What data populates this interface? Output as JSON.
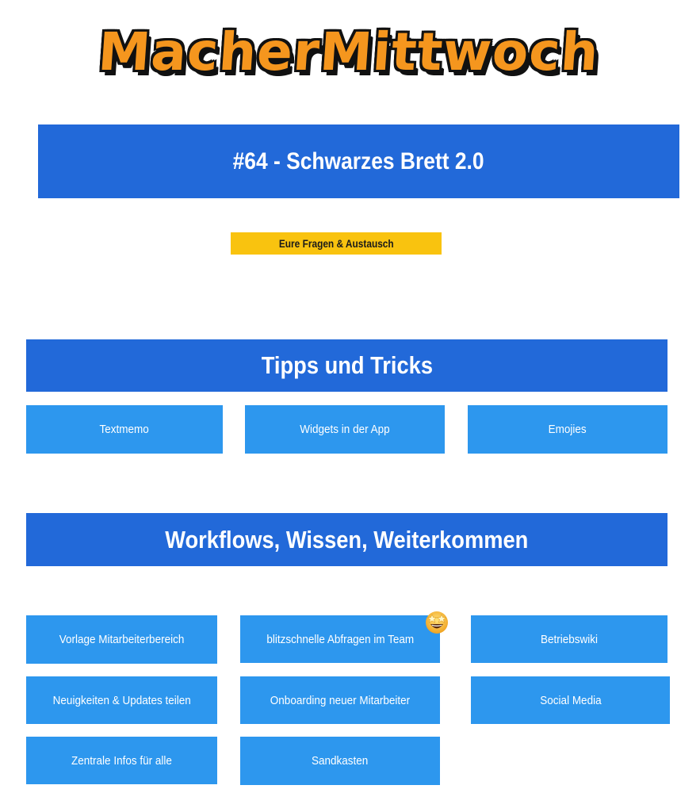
{
  "logo": {
    "text": "MacherMittwoch",
    "fill_color": "#f5961e",
    "outline_color": "#111111"
  },
  "header": {
    "title": "#64 - Schwarzes Brett 2.0",
    "tag": "Eure Fragen & Austausch"
  },
  "colors": {
    "banner_blue": "#2269d9",
    "tile_blue": "#2d97ee",
    "tag_yellow": "#f9c30f"
  },
  "sections": [
    {
      "heading": "Tipps und Tricks",
      "tiles": [
        {
          "label": "Textmemo"
        },
        {
          "label": "Widgets in der App"
        },
        {
          "label": "Emojies"
        }
      ]
    },
    {
      "heading": "Workflows, Wissen, Weiterkommen",
      "tiles": [
        {
          "label": "Vorlage Mitarbeiterbereich"
        },
        {
          "label": "blitzschnelle Abfragen im Team",
          "badge_icon": "star-struck-emoji"
        },
        {
          "label": "Betriebswiki"
        },
        {
          "label": "Neuigkeiten & Updates teilen"
        },
        {
          "label": "Onboarding neuer Mitarbeiter"
        },
        {
          "label": "Social Media"
        },
        {
          "label": "Zentrale Infos für alle"
        },
        {
          "label": "Sandkasten"
        }
      ]
    }
  ]
}
